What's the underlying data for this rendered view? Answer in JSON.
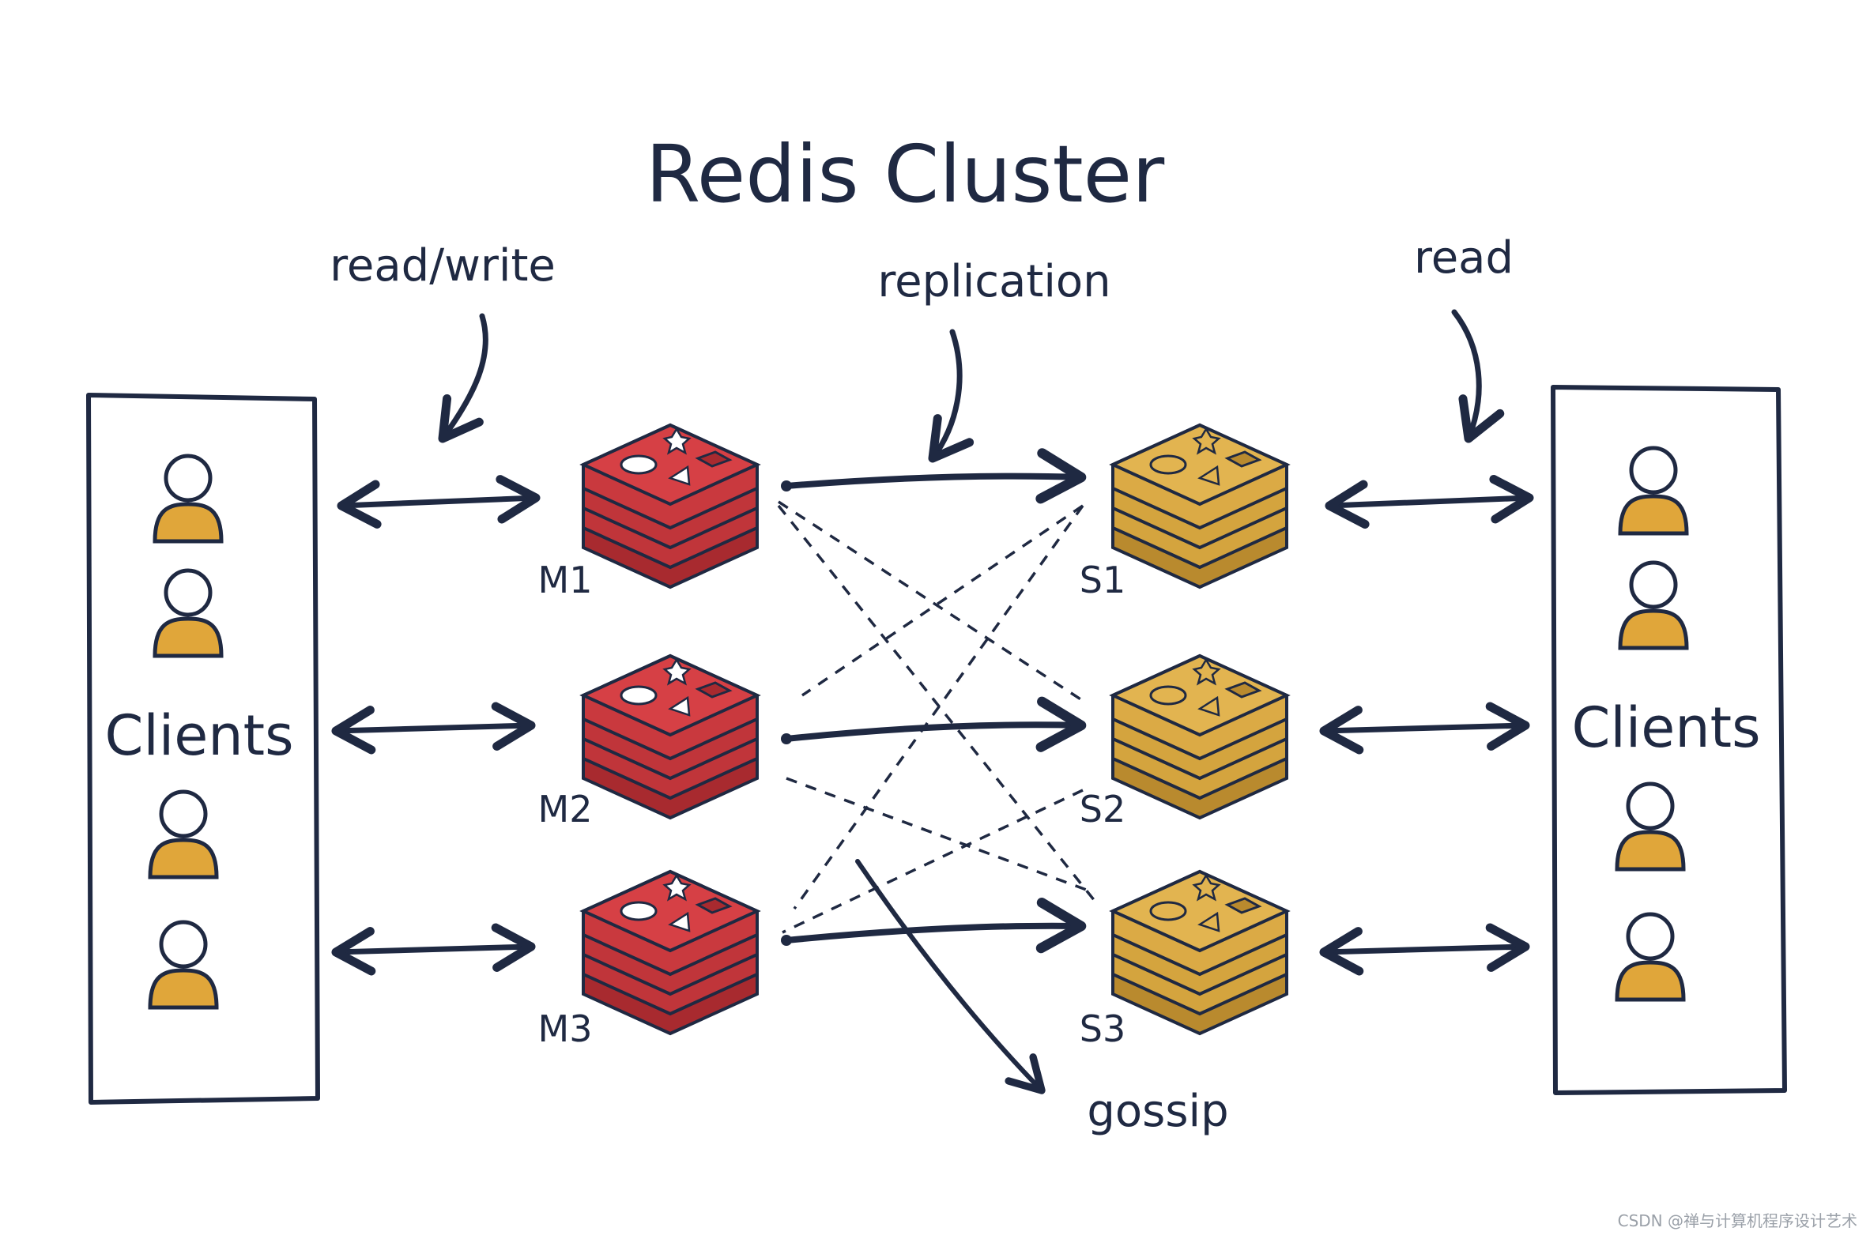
{
  "title": "Redis Cluster",
  "labels": {
    "read_write": "read/write",
    "replication": "replication",
    "read": "read",
    "gossip": "gossip"
  },
  "clients_left": "Clients",
  "clients_right": "Clients",
  "masters": [
    "M1",
    "M2",
    "M3"
  ],
  "replicas": [
    "S1",
    "S2",
    "S3"
  ],
  "watermark": "CSDN @禅与计算机程序设计艺术",
  "colors": {
    "ink": "#1f2942",
    "master": "#c0353a",
    "replica": "#d4a43e",
    "user": "#e0a63a"
  }
}
